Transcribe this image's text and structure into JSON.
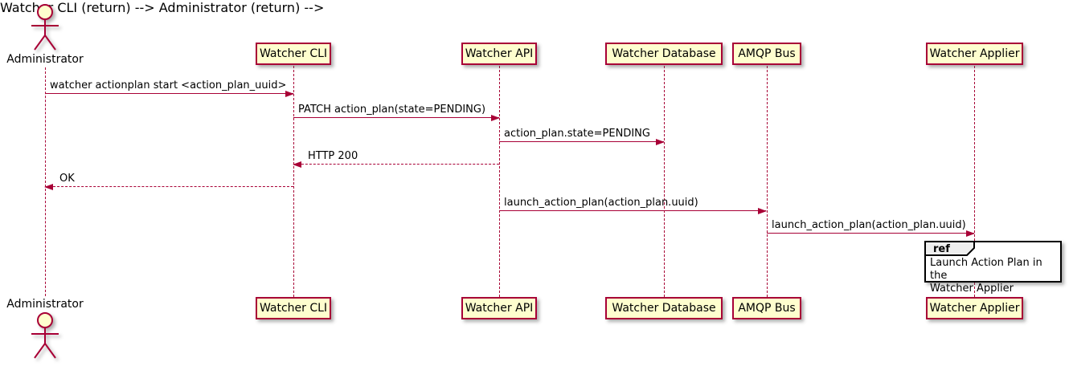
{
  "diagram_type": "sequence",
  "colors": {
    "accent": "#A80036",
    "participant_fill": "#FEFECE",
    "ref_header_fill": "#EEEEEE",
    "ref_border": "#000000",
    "background": "#FFFFFF"
  },
  "actor": {
    "name": "Administrator"
  },
  "participants": [
    {
      "label": "Watcher CLI"
    },
    {
      "label": "Watcher API"
    },
    {
      "label": "Watcher Database"
    },
    {
      "label": "AMQP Bus"
    },
    {
      "label": "Watcher Applier"
    }
  ],
  "messages": [
    {
      "from": "Administrator",
      "to": "Watcher CLI",
      "line": "solid",
      "label": "watcher actionplan start <action_plan_uuid>"
    },
    {
      "from": "Watcher CLI",
      "to": "Watcher API",
      "line": "solid",
      "label": "PATCH action_plan(state=PENDING)"
    },
    {
      "from": "Watcher API",
      "to": "Watcher Database",
      "line": "solid",
      "label": "action_plan.state=PENDING"
    },
    {
      "from": "Watcher API",
      "to": "Watcher CLI",
      "line": "dashed",
      "label": "HTTP 200"
    },
    {
      "from": "Watcher CLI",
      "to": "Administrator",
      "line": "dashed",
      "label": "OK"
    },
    {
      "from": "Watcher API",
      "to": "AMQP Bus",
      "line": "solid",
      "label": "launch_action_plan(action_plan.uuid)"
    },
    {
      "from": "AMQP Bus",
      "to": "Watcher Applier",
      "line": "solid",
      "label": "launch_action_plan(action_plan.uuid)"
    }
  ],
  "ref": {
    "keyword": "ref",
    "text": "Launch Action Plan in the\nWatcher Applier"
  }
}
